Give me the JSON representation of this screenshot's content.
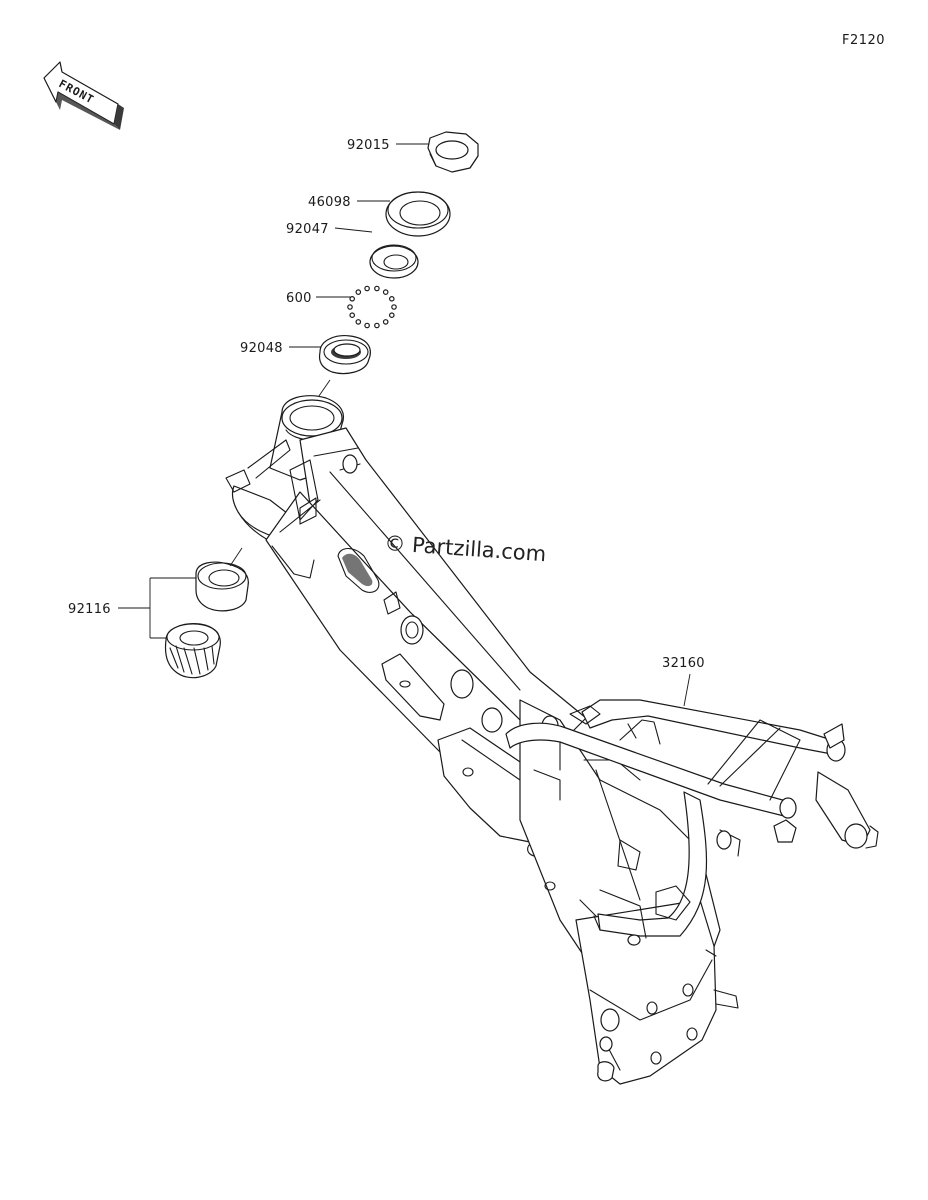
{
  "figure_code": "F2120",
  "front_arrow": {
    "text": "FRONT",
    "icon": "front-direction-arrow-icon"
  },
  "watermark": "© Partzilla.com",
  "parts": [
    {
      "number": "92015"
    },
    {
      "number": "46098"
    },
    {
      "number": "92047"
    },
    {
      "number": "600"
    },
    {
      "number": "92048"
    },
    {
      "number": "92116"
    },
    {
      "number": "32160"
    }
  ]
}
